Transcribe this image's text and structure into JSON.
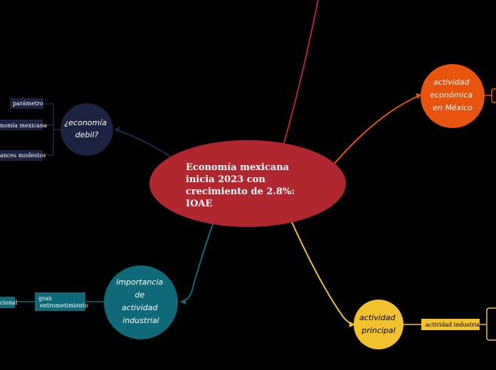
{
  "central": {
    "lines": [
      "Economía mexicana",
      "inicia 2023 con",
      "crecimiento de 2.8%:",
      "IOAE"
    ],
    "color": "#b0272d"
  },
  "branches": {
    "economia_debil": {
      "lines": [
        "¿economía",
        "debil?"
      ],
      "color": "#1c2340",
      "leaves": [
        "parámetro",
        "nomía mexicana",
        "ances modestos"
      ]
    },
    "actividad_economica": {
      "lines": [
        "actividad",
        "económica",
        "en México"
      ],
      "color": "#e8530e"
    },
    "importancia": {
      "lines": [
        "importancia",
        "de",
        "actividad",
        "industrial"
      ],
      "color": "#0e6a78",
      "leaves": [
        "gran",
        "entrometimiento",
        "cional"
      ]
    },
    "actividad_principal": {
      "lines": [
        "actividad",
        "principal"
      ],
      "color": "#f2c12e",
      "leaves": [
        "actividad industrial"
      ]
    }
  },
  "colors": {
    "top_line": "#b0272d",
    "navy_line": "#1c2a4a",
    "leaf_navy": "#1c2340",
    "leaf_teal": "#0e6a78",
    "leaf_yellow": "#f2c12e",
    "orange": "#e8530e"
  }
}
